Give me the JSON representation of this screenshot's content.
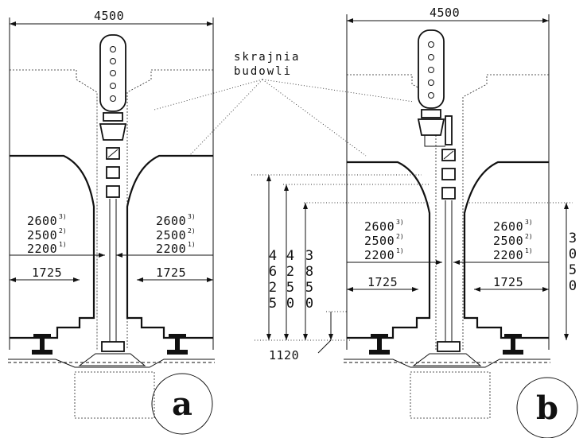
{
  "label": {
    "line1": "skrajnia",
    "line2": "budowli"
  },
  "panel_a": {
    "letter": "a",
    "width": "4500",
    "dims_left": [
      {
        "value": "2600",
        "note": "3)"
      },
      {
        "value": "2500",
        "note": "2)"
      },
      {
        "value": "2200",
        "note": "1)"
      }
    ],
    "dims_right": [
      {
        "value": "2600",
        "note": "3)"
      },
      {
        "value": "2500",
        "note": "2)"
      },
      {
        "value": "2200",
        "note": "1)"
      }
    ],
    "half_left": "1725",
    "half_right": "1725"
  },
  "panel_b": {
    "letter": "b",
    "width": "4500",
    "dims_left": [
      {
        "value": "2600",
        "note": "3)"
      },
      {
        "value": "2500",
        "note": "2)"
      },
      {
        "value": "2200",
        "note": "1)"
      }
    ],
    "dims_right": [
      {
        "value": "2600",
        "note": "3)"
      },
      {
        "value": "2500",
        "note": "2)"
      },
      {
        "value": "2200",
        "note": "1)"
      }
    ],
    "half_left": "1725",
    "half_right": "1725",
    "heights": [
      "4625",
      "4250",
      "3850"
    ],
    "height_right": "3050",
    "low_height": "1120"
  }
}
